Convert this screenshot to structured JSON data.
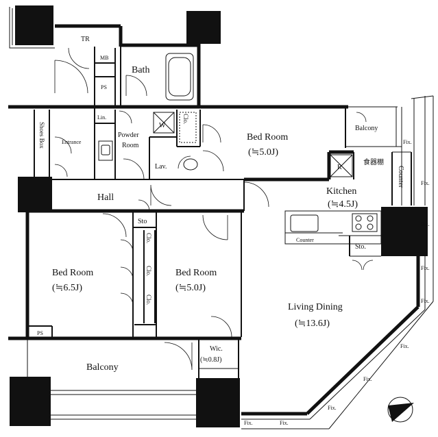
{
  "rooms": {
    "tr": "TR",
    "mb": "MB",
    "ps_upper": "PS",
    "bath": "Bath",
    "lin": "Lin.",
    "washer": "W",
    "clo_upper": "Clo.",
    "powder_room_1": "Powder",
    "powder_room_2": "Room",
    "lav": "Lav.",
    "entrance": "Entrance",
    "shoes_box": "Shoes Box",
    "bed_room_top": "Bed Room",
    "bed_room_top_size": "(≒5.0J)",
    "balcony_top": "Balcony",
    "refrigerator": "R",
    "cupboard": "食器棚",
    "counter_vertical": "Counter",
    "kitchen": "Kitchen",
    "kitchen_size": "(≒4.5J)",
    "counter": "Counter",
    "sto_kitchen": "Sto.",
    "hall": "Hall",
    "sto_hall": "Sto",
    "bed_room_left": "Bed Room",
    "bed_room_left_size": "(≒6.5J)",
    "clo_a": "Clo.",
    "clo_b": "Clo.",
    "clo_c": "Clo.",
    "bed_room_mid": "Bed Room",
    "bed_room_mid_size": "(≒5.0J)",
    "living_dining": "Living Dining",
    "living_dining_size": "(≒13.6J)",
    "ps_lower": "PS",
    "balcony_bottom": "Balcony",
    "wic": "Wic.",
    "wic_size": "(≒0.8J)"
  },
  "fixed_windows": {
    "label": "Fix."
  },
  "compass": {
    "icon": "north-arrow-icon"
  }
}
